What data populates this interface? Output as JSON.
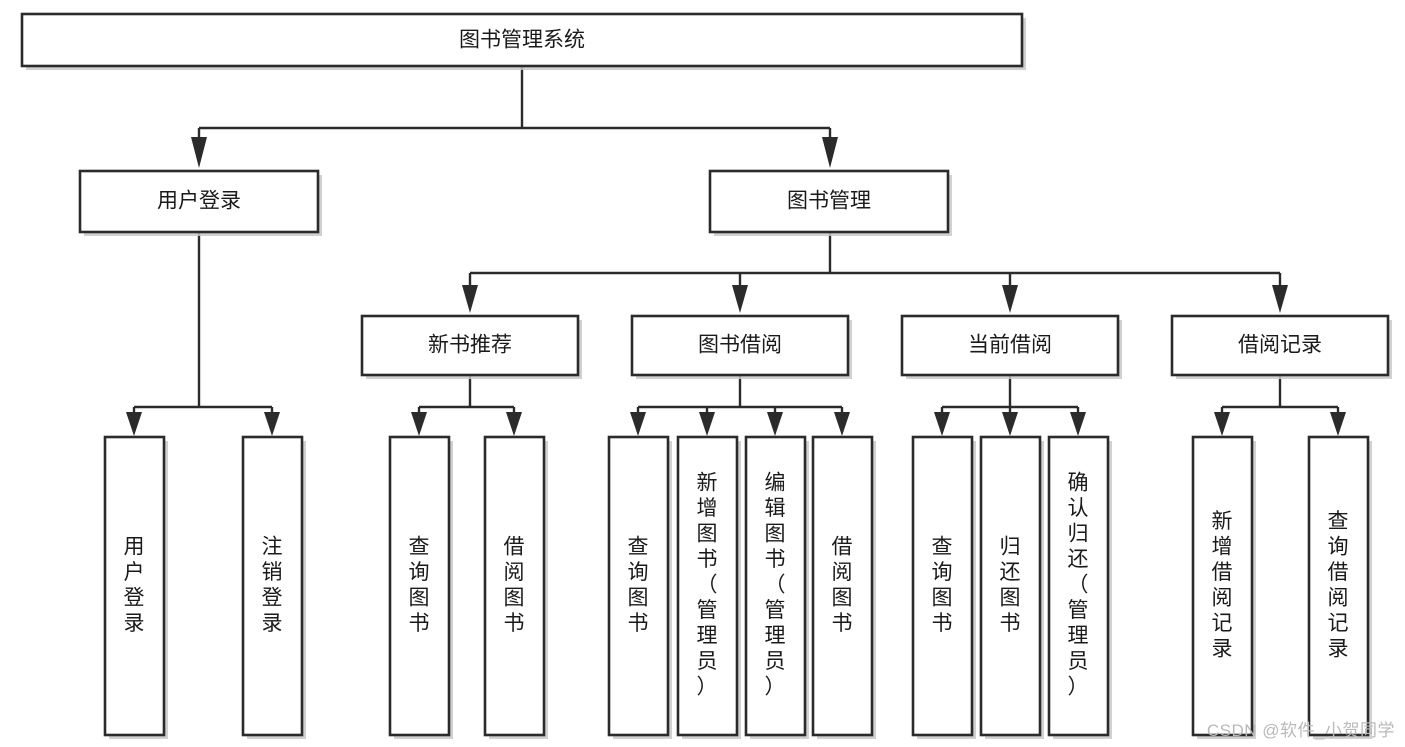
{
  "diagram": {
    "type": "tree-hierarchy",
    "title": "图书管理系统",
    "watermark": "CSDN @软件_小贺同学",
    "colors": {
      "background": "#ffffff",
      "stroke": "#2b2b2b",
      "fill": "#ffffff",
      "shadow": "#c9c9c9",
      "text": "#1a1a1a",
      "watermark": "#b9b9b9"
    },
    "levels": {
      "root": {
        "label": "图书管理系统"
      },
      "level2": [
        {
          "id": "user-login",
          "label": "用户登录"
        },
        {
          "id": "book-management",
          "label": "图书管理"
        }
      ],
      "level3": [
        {
          "id": "new-book-recommend",
          "label": "新书推荐",
          "parent": "book-management"
        },
        {
          "id": "book-borrow",
          "label": "图书借阅",
          "parent": "book-management"
        },
        {
          "id": "current-borrow",
          "label": "当前借阅",
          "parent": "book-management"
        },
        {
          "id": "borrow-record",
          "label": "借阅记录",
          "parent": "book-management"
        }
      ],
      "leaves": [
        {
          "id": "leaf-user-login",
          "label": "用户登录",
          "parent": "user-login"
        },
        {
          "id": "leaf-logout-login",
          "label": "注销登录",
          "parent": "user-login"
        },
        {
          "id": "leaf-query-book-1",
          "label": "查询图书",
          "parent": "new-book-recommend"
        },
        {
          "id": "leaf-borrow-book-1",
          "label": "借阅图书",
          "parent": "new-book-recommend"
        },
        {
          "id": "leaf-query-book-2",
          "label": "查询图书",
          "parent": "book-borrow"
        },
        {
          "id": "leaf-add-book",
          "label": "新增图书（管理员）",
          "parent": "book-borrow"
        },
        {
          "id": "leaf-edit-book",
          "label": "编辑图书（管理员）",
          "parent": "book-borrow"
        },
        {
          "id": "leaf-borrow-book-2",
          "label": "借阅图书",
          "parent": "book-borrow"
        },
        {
          "id": "leaf-query-book-3",
          "label": "查询图书",
          "parent": "current-borrow"
        },
        {
          "id": "leaf-return-book",
          "label": "归还图书",
          "parent": "current-borrow"
        },
        {
          "id": "leaf-confirm-return",
          "label": "确认归还（管理员）",
          "parent": "current-borrow"
        },
        {
          "id": "leaf-add-record",
          "label": "新增借阅记录",
          "parent": "borrow-record"
        },
        {
          "id": "leaf-query-record",
          "label": "查询借阅记录",
          "parent": "borrow-record"
        }
      ]
    }
  }
}
